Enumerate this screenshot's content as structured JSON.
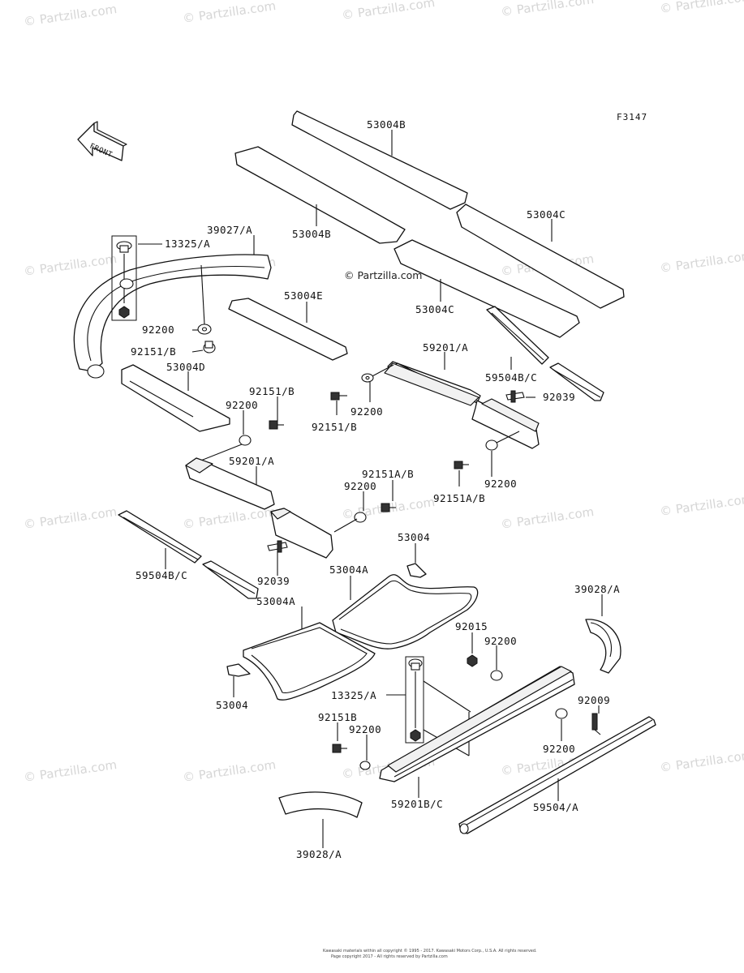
{
  "figure_code": "F3147",
  "front_arrow": {
    "label": "FRONT",
    "icon": "front-arrow-icon"
  },
  "center_watermark": "© Partzilla.com",
  "watermark_text": "© Partzilla.com",
  "labels": {
    "l53004B_top": "53004B",
    "l53004B_mid": "53004B",
    "l53004C_right": "53004C",
    "l53004C_mid": "53004C",
    "l39027A": "39027/A",
    "l13325A_top": "13325/A",
    "l53004E": "53004E",
    "l92200_a": "92200",
    "l92151B_a": "92151/B",
    "l53004D": "53004D",
    "l59201A_right": "59201/A",
    "l59504BC_right": "59504B/C",
    "l92039_right": "92039",
    "l92151B_b": "92151/B",
    "l92200_b": "92200",
    "l92151B_c": "92151/B",
    "l92200_c": "92200",
    "l59201A_left": "59201/A",
    "l92151AB_a": "92151A/B",
    "l92200_d": "92200",
    "l92151AB_b": "92151A/B",
    "l92200_e": "92200",
    "l53004_a": "53004",
    "l53004A_a": "53004A",
    "l59504BC_left": "59504B/C",
    "l92039_left": "92039",
    "l53004A_b": "53004A",
    "l39028A_right": "39028/A",
    "l92015": "92015",
    "l92200_f": "92200",
    "l53004_b": "53004",
    "l13325A_bottom": "13325/A",
    "l92009": "92009",
    "l92151B_d": "92151B",
    "l92200_g": "92200",
    "l92200_h": "92200",
    "l59201BC": "59201B/C",
    "l59504A": "59504/A",
    "l39028A_bottom": "39028/A"
  },
  "footer": {
    "line1": "Kawasaki materials within all copyright © 1995 - 2017. Kawasaki Motors Corp., U.S.A. All rights reserved.",
    "line2": "Page copyright 2017 - All rights reserved by Partzilla.com"
  },
  "colors": {
    "line": "#111111",
    "watermark": "#d6d6d6",
    "background": "#ffffff"
  }
}
